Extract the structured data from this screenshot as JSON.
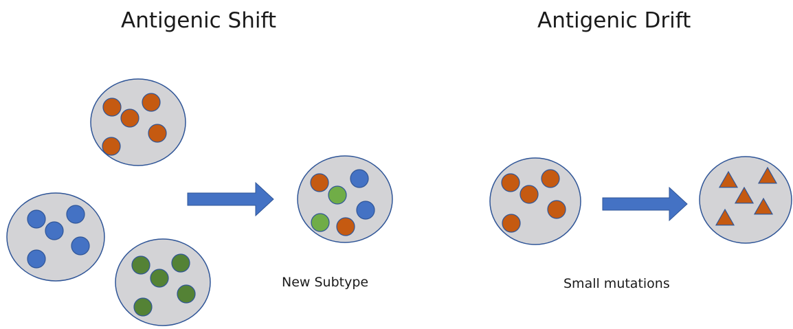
{
  "titles": {
    "shift": "Antigenic Shift",
    "drift": "Antigenic Drift"
  },
  "captions": {
    "new_subtype": "New Subtype",
    "small_mutations": "Small mutations"
  },
  "colors": {
    "cell_fill": "#d3d3d6",
    "cell_stroke": "#2f5597",
    "orange": "#c55a11",
    "blue": "#4472c4",
    "green": "#548235",
    "light_green": "#70ad47",
    "arrow": "#4472c4",
    "particle_stroke": "#2f5597"
  }
}
